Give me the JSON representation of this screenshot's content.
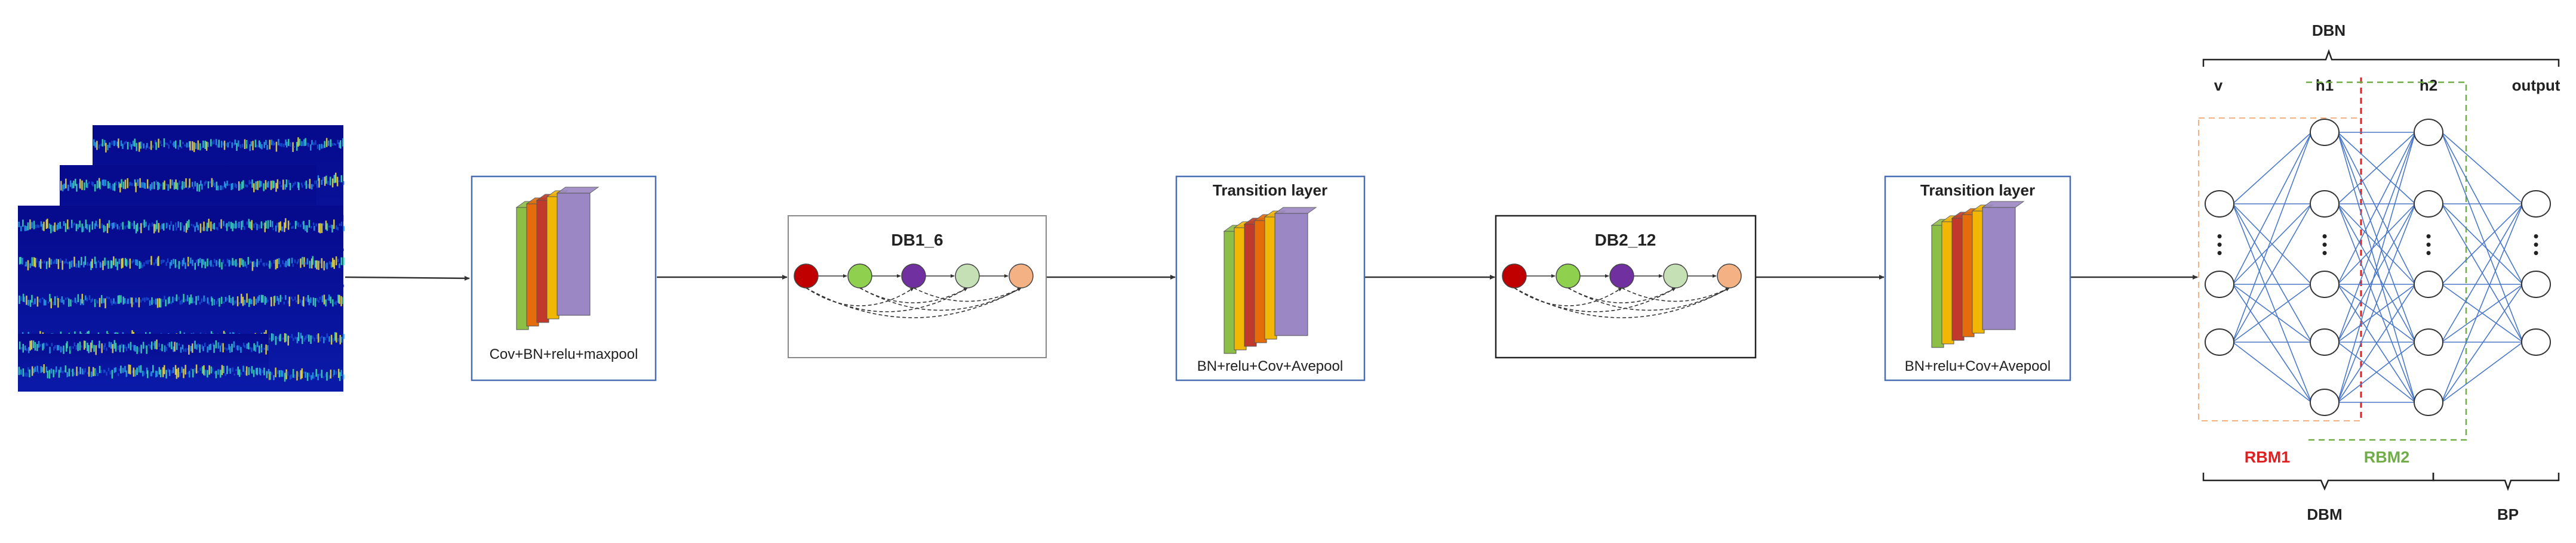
{
  "blocks": {
    "conv": {
      "caption": "Cov+BN+relu+maxpool"
    },
    "db1": {
      "title": "DB1_6"
    },
    "trans1": {
      "title": "Transition layer",
      "caption": "BN+relu+Cov+Avepool"
    },
    "db2": {
      "title": "DB2_12"
    },
    "trans2": {
      "title": "Transition layer",
      "caption": "BN+relu+Cov+Avepool"
    }
  },
  "dbn": {
    "title": "DBN",
    "layers": [
      "v",
      "h1",
      "h2",
      "output"
    ],
    "ellipsis": "•\n•\n•",
    "rbm1": "RBM1",
    "rbm2": "RBM2",
    "dbm": "DBM",
    "bp": "BP"
  },
  "colors": {
    "box_border_blue": "#4a6fb0",
    "box_border_black": "#222222",
    "conn_line": "#4a78c8",
    "rbm1": "#e02020",
    "rbm2": "#70ad47",
    "layer_green": "#8cbf45",
    "layer_orange": "#e46c0a",
    "layer_red": "#c0392b",
    "layer_yellow": "#f2b705",
    "layer_purple": "#9b87c4",
    "node_red": "#c00000",
    "node_green": "#8fd14f",
    "node_purple": "#7030a0",
    "node_lightgreen": "#c5e0b4",
    "node_salmon": "#f4b183"
  }
}
